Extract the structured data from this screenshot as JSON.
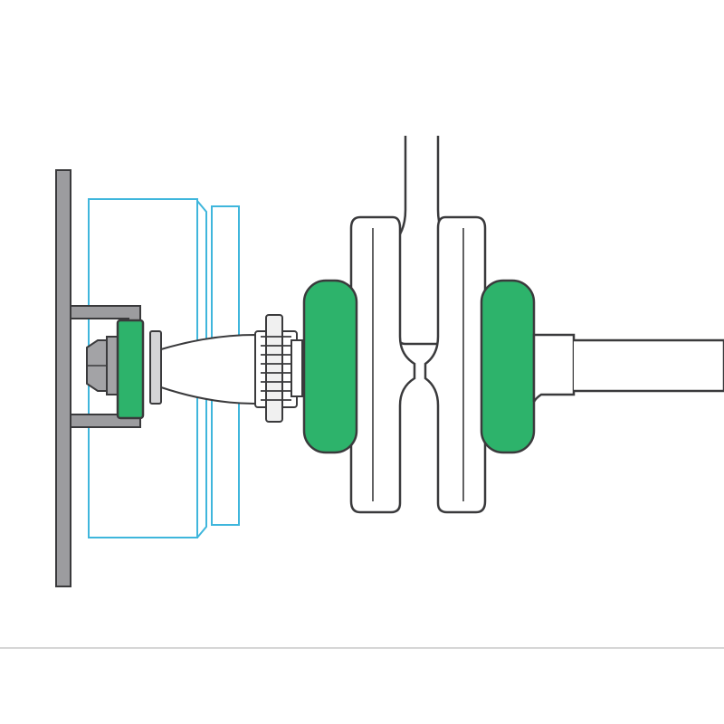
{
  "diagram": {
    "type": "mechanical cross-section",
    "labels": []
  },
  "colors": {
    "background": "#ffffff",
    "outline": "#58595b",
    "line": "#3a3a3c",
    "mount_fill": "#9c9c9f",
    "bearing_green": "#2db36b",
    "hub_blue": "#3fb6dc",
    "ghost_fill": "#f4f4f4",
    "rule": "#d6d6d6"
  },
  "components": [
    {
      "name": "mounting-bracket",
      "color": "mount_fill"
    },
    {
      "name": "hub-outline",
      "color": "hub_blue"
    },
    {
      "name": "inner-bearing",
      "color": "bearing_green"
    },
    {
      "name": "axle-nut",
      "color": "mount_fill"
    },
    {
      "name": "tone-ring",
      "color": "outline"
    },
    {
      "name": "left-race",
      "color": "bearing_green"
    },
    {
      "name": "right-race",
      "color": "bearing_green"
    },
    {
      "name": "fork-wheel",
      "color": "ghost_fill"
    },
    {
      "name": "drive-shaft",
      "color": "ghost_fill"
    }
  ]
}
